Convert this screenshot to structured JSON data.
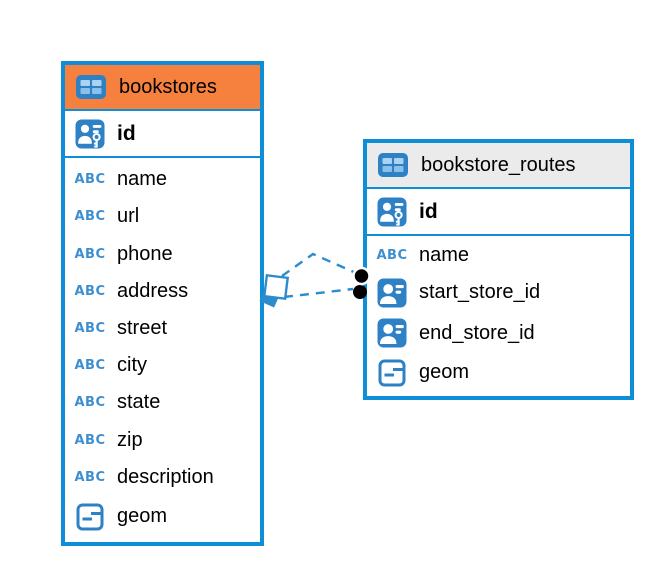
{
  "colors": {
    "border_blue": "#0d8ed6",
    "icon_blue": "#2e81c5",
    "icon_cell_light": "#a9d3f0",
    "icon_cell_mid": "#8bc0e8",
    "abc_blue": "#3d8fd0",
    "bookstores_header_orange": "#f6803e",
    "routes_header_gray": "#ebebeb",
    "dash_blue": "#2d8ccd",
    "dot_black": "#000000",
    "canvas_white": "#ffffff"
  },
  "icons": {
    "text_type_glyph": "ABC"
  },
  "tables": [
    {
      "name": "bookstores",
      "header_style": "orange",
      "columns": [
        {
          "name": "id",
          "type": "primary-key",
          "bold": true
        },
        {
          "name": "name",
          "type": "text"
        },
        {
          "name": "url",
          "type": "text"
        },
        {
          "name": "phone",
          "type": "text"
        },
        {
          "name": "address",
          "type": "text"
        },
        {
          "name": "street",
          "type": "text"
        },
        {
          "name": "city",
          "type": "text"
        },
        {
          "name": "state",
          "type": "text"
        },
        {
          "name": "zip",
          "type": "text"
        },
        {
          "name": "description",
          "type": "text"
        },
        {
          "name": "geom",
          "type": "geometry"
        }
      ]
    },
    {
      "name": "bookstore_routes",
      "header_style": "gray",
      "columns": [
        {
          "name": "id",
          "type": "primary-key",
          "bold": true
        },
        {
          "name": "name",
          "type": "text"
        },
        {
          "name": "start_store_id",
          "type": "reference"
        },
        {
          "name": "end_store_id",
          "type": "reference"
        },
        {
          "name": "geom",
          "type": "geometry"
        }
      ]
    }
  ],
  "relationships": [
    {
      "from_table": "bookstore_routes",
      "to_table": "bookstores",
      "style": "dashed"
    },
    {
      "from_table": "bookstore_routes",
      "to_table": "bookstores",
      "style": "dashed"
    }
  ]
}
